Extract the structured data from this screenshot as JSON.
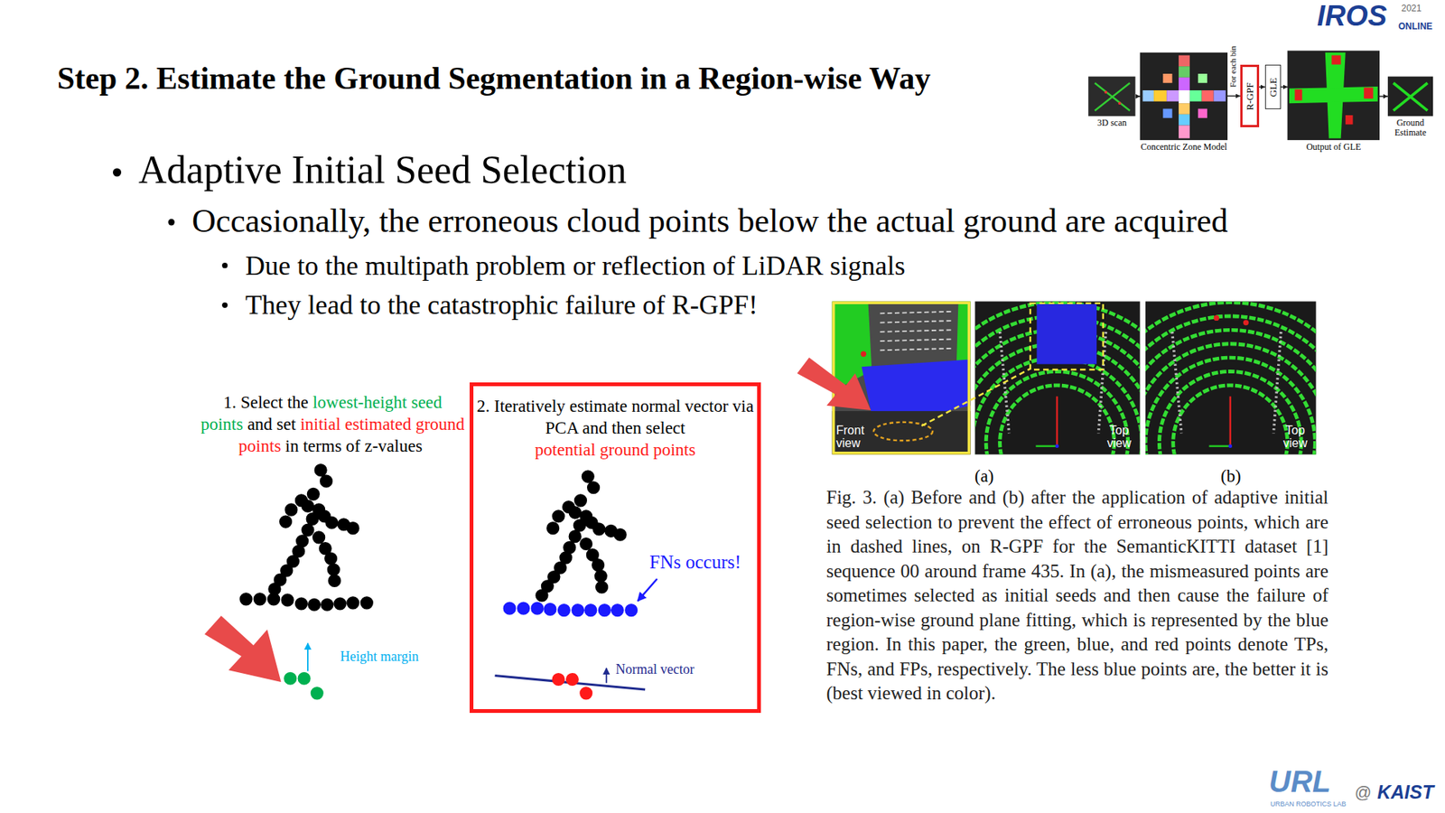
{
  "diagram": {
    "title": "Step 2. Estimate the Ground Segmentation in a Region-wise Way",
    "caption": "Fig. 3. (a) Before and (b) after the application of adaptive initial seed selection to prevent the effect of erroneous points, which are in dashed lines, on R-GPF for the SemanticKITTI dataset [1] sequence 00 around frame 435. In (a), the mismeasured points are sometimes selected as initial seeds and then cause the failure of region-wise ground plane fitting, which is represented by the blue region. In this paper, the green, blue, and red points denote TPs, FNs, and FPs, respectively. The less blue points are, the better it is (best viewed in color).",
    "nodes": [
      {
        "text": [
          "3D scan"
        ]
      },
      {
        "text": [
          "Concentric Zone Model"
        ]
      },
      {
        "text": [
          "R-GPF"
        ]
      },
      {
        "text": [
          "GLE"
        ]
      },
      {
        "text": [
          "Output of GLE"
        ]
      },
      {
        "text": [
          "Ground Estimate"
        ]
      },
      {
        "text": [
          "2. Iteratively estimate normal vector via PCA and then select",
          "potential ground points",
          "FNs occurs!",
          "Normal vector"
        ]
      },
      {
        "text": [
          "Front view"
        ]
      },
      {
        "text": [
          "Top view"
        ]
      },
      {
        "text": [
          "Top view"
        ]
      }
    ],
    "edges": [
      {
        "from": 0,
        "to": 1,
        "arrow": "to"
      },
      {
        "from": 1,
        "to": 2,
        "arrow": "to"
      },
      {
        "from": 2,
        "to": 3,
        "arrow": "to"
      },
      {
        "from": 3,
        "to": 4,
        "arrow": "to"
      },
      {
        "from": 4,
        "to": 5,
        "arrow": "to"
      }
    ],
    "labels": [
      "IROS",
      "2021",
      "ONLINE",
      "For each bin",
      "Adaptive Initial Seed Selection",
      "Occasionally, the erroneous cloud points below the actual ground are acquired",
      "Due to the multipath problem or reflection of LiDAR signals",
      "They lead to the catastrophic failure of R-GPF!",
      "1. Select the",
      "lowest-height seed points",
      "and set",
      "initial estimated ground points",
      "in terms of z-values",
      "Height margin",
      "(a)",
      "(b)",
      "URL",
      "URBAN ROBOTICS LAB",
      "@",
      "KAIST"
    ]
  }
}
